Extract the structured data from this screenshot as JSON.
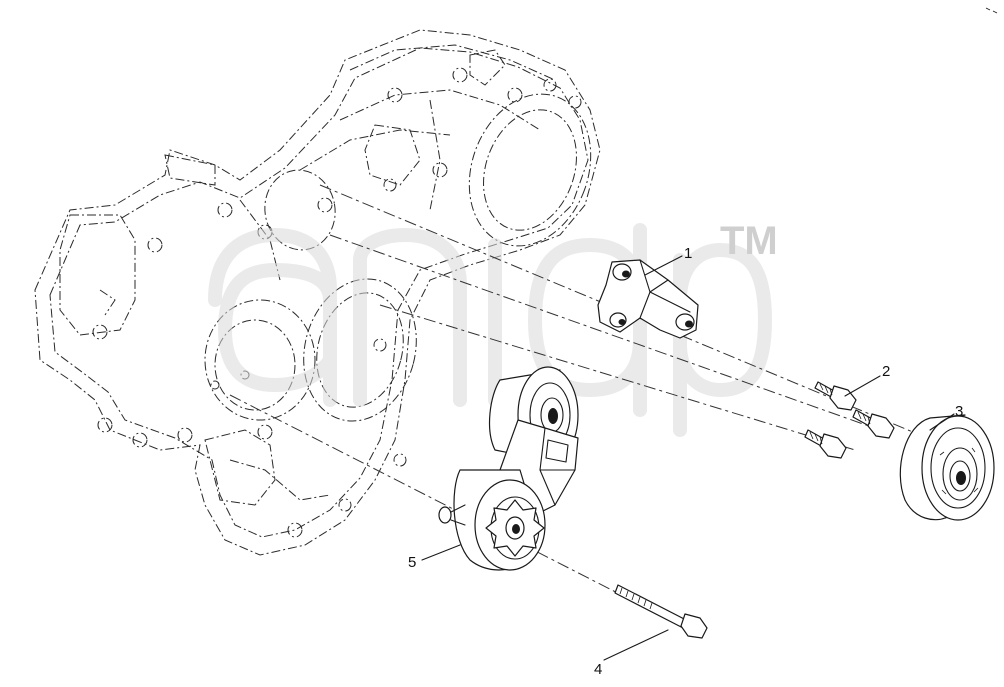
{
  "watermark": {
    "trademark": "TM"
  },
  "callouts": [
    {
      "id": "1",
      "label": "1"
    },
    {
      "id": "2",
      "label": "2"
    },
    {
      "id": "3",
      "label": "3"
    },
    {
      "id": "4",
      "label": "4"
    },
    {
      "id": "5",
      "label": "5"
    }
  ],
  "colors": {
    "line": "#1a1a1a",
    "watermark": "#d9d9d9",
    "background": "#ffffff"
  }
}
